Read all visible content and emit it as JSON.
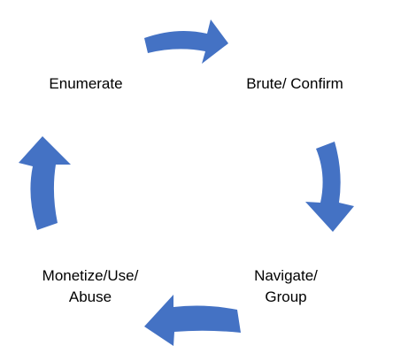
{
  "diagram": {
    "steps": [
      {
        "id": "enumerate",
        "lines": [
          "Enumerate"
        ]
      },
      {
        "id": "brute-confirm",
        "lines": [
          "Brute/ Confirm"
        ]
      },
      {
        "id": "navigate-group",
        "lines": [
          "Navigate/",
          "Group"
        ]
      },
      {
        "id": "monetize-use-abuse",
        "lines": [
          "Monetize/Use/",
          "Abuse"
        ]
      }
    ],
    "arrow_color": "#4472C4",
    "flow": "clockwise"
  }
}
